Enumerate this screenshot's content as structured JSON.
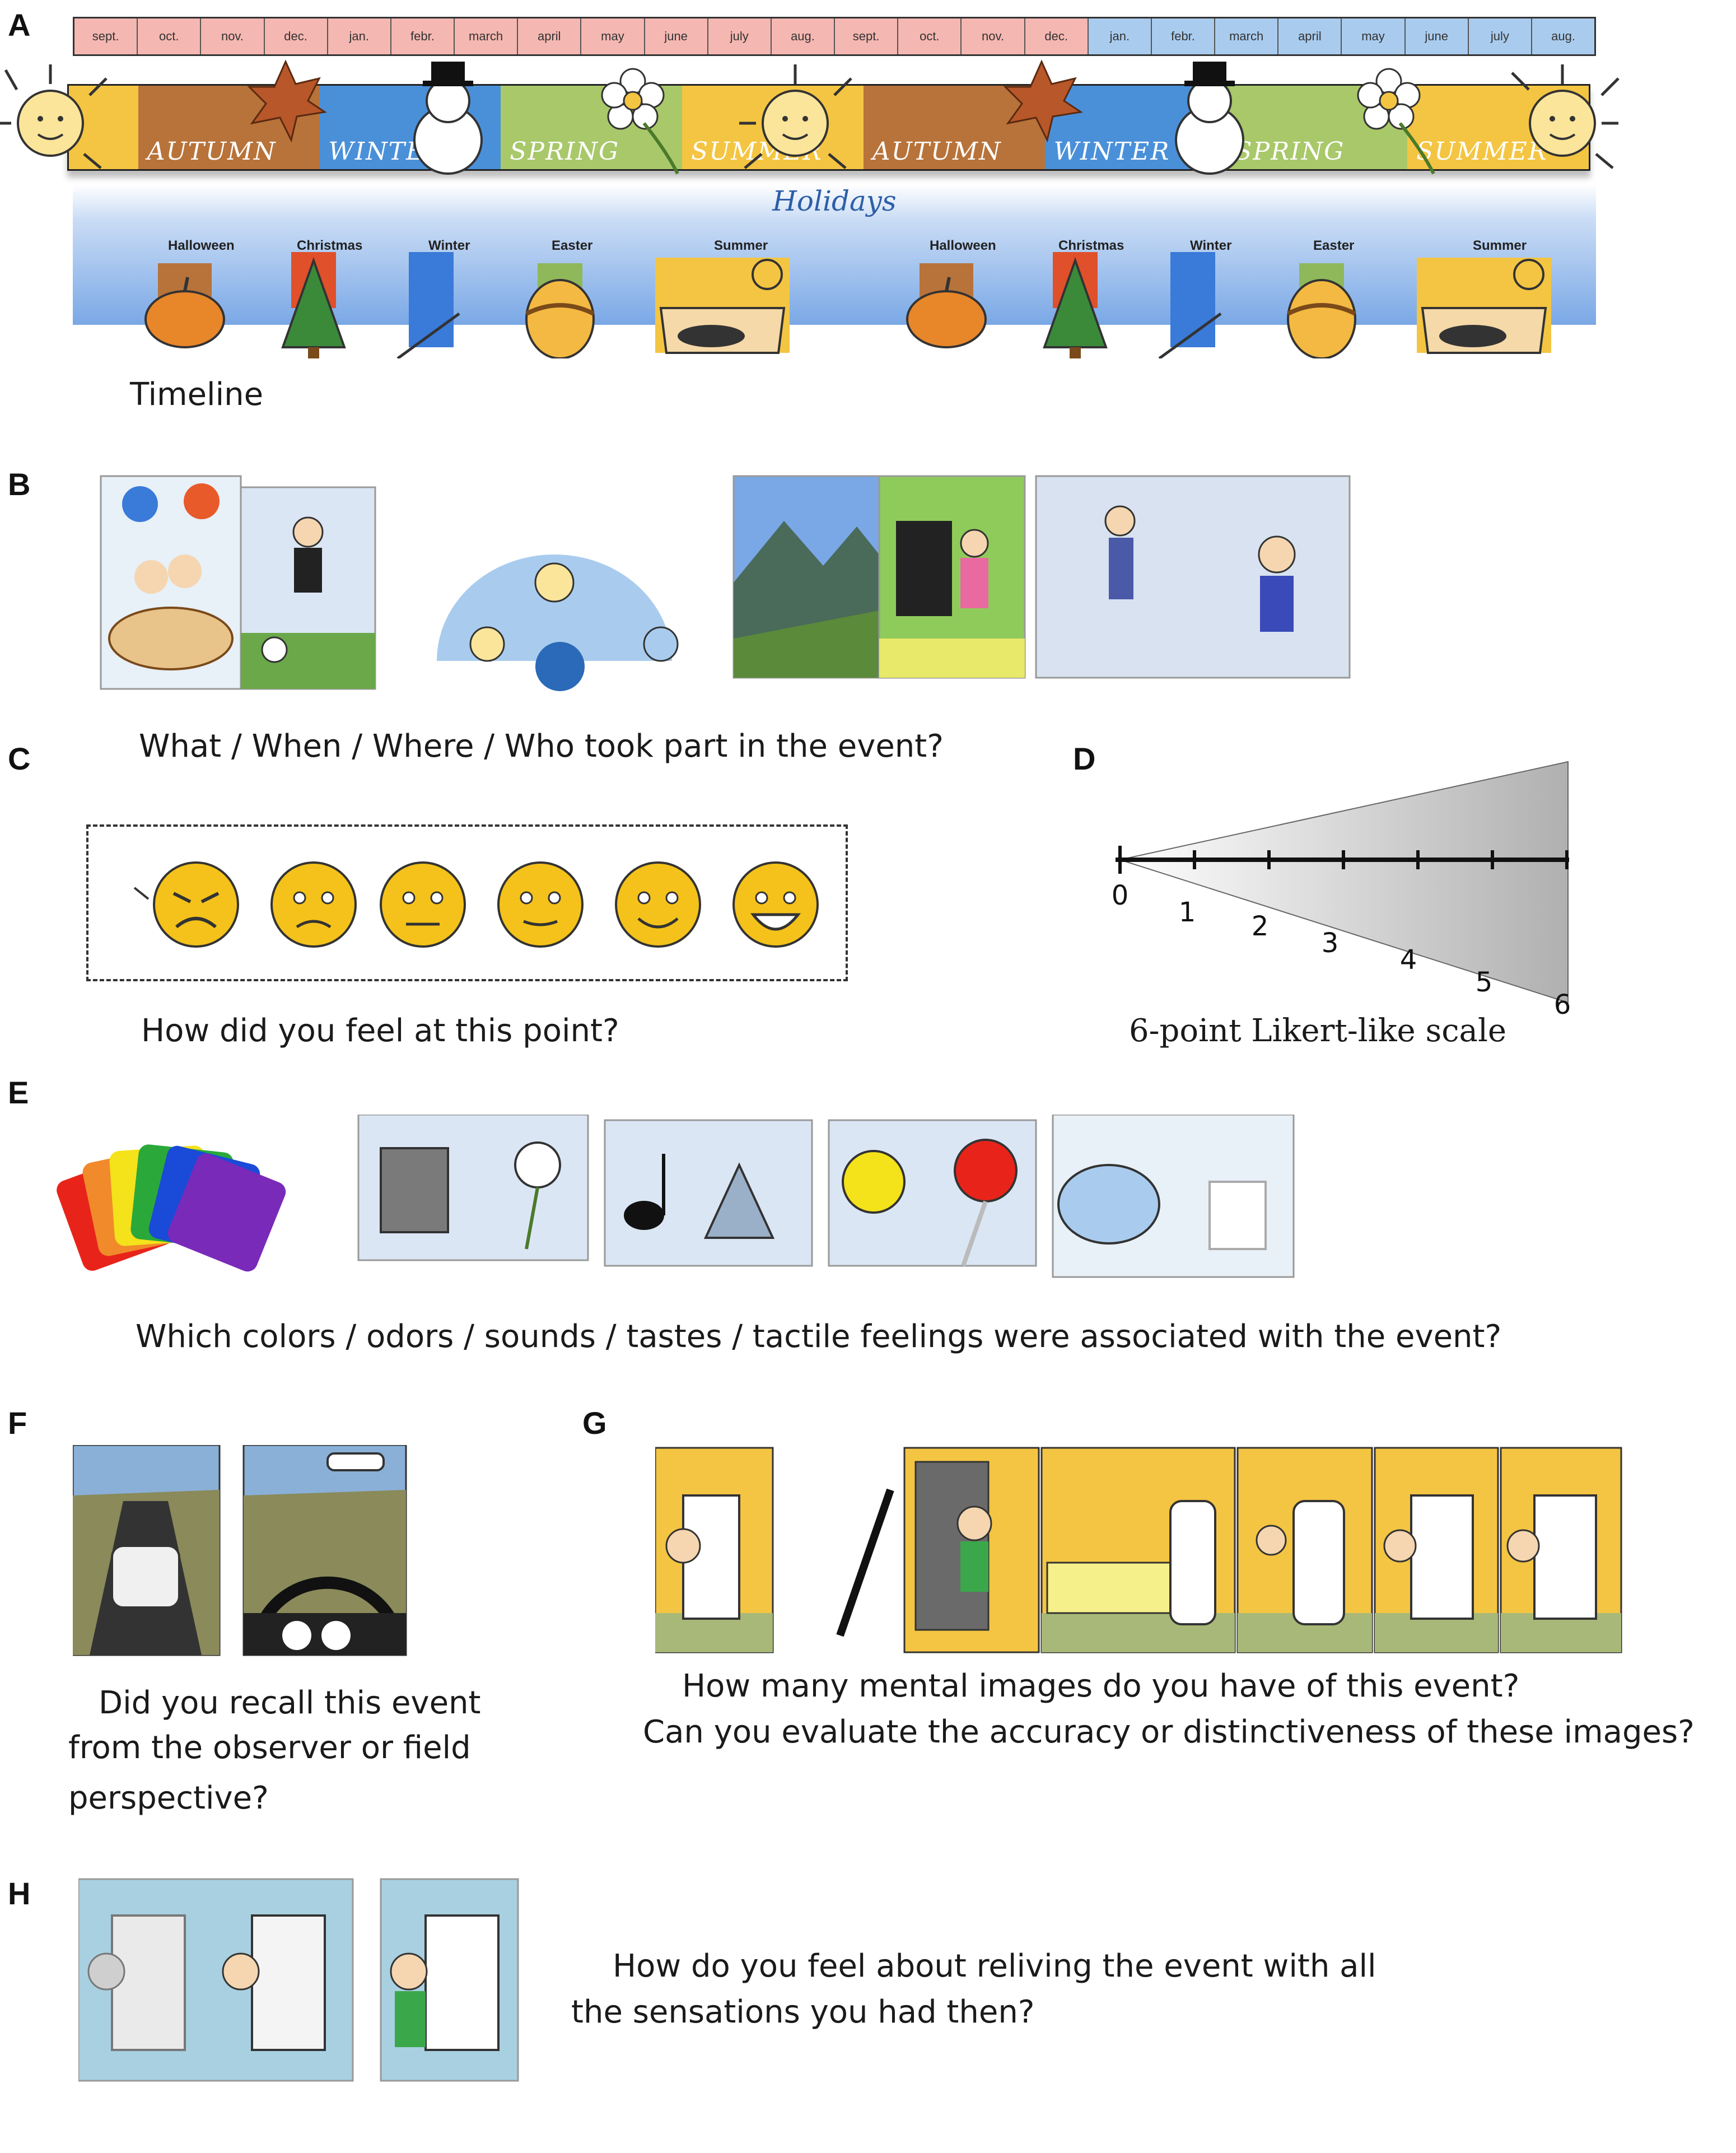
{
  "panels": {
    "A": "A",
    "B": "B",
    "C": "C",
    "D": "D",
    "E": "E",
    "F": "F",
    "G": "G",
    "H": "H"
  },
  "timeline": {
    "months": [
      {
        "label": "sept.",
        "color": "#f5b7b1"
      },
      {
        "label": "oct.",
        "color": "#f5b7b1"
      },
      {
        "label": "nov.",
        "color": "#f5b7b1"
      },
      {
        "label": "dec.",
        "color": "#f5b7b1"
      },
      {
        "label": "jan.",
        "color": "#f5b7b1"
      },
      {
        "label": "febr.",
        "color": "#f5b7b1"
      },
      {
        "label": "march",
        "color": "#f5b7b1"
      },
      {
        "label": "april",
        "color": "#f5b7b1"
      },
      {
        "label": "may",
        "color": "#f5b7b1"
      },
      {
        "label": "june",
        "color": "#f5b7b1"
      },
      {
        "label": "july",
        "color": "#f5b7b1"
      },
      {
        "label": "aug.",
        "color": "#f5b7b1"
      },
      {
        "label": "sept.",
        "color": "#f5b7b1"
      },
      {
        "label": "oct.",
        "color": "#f5b7b1"
      },
      {
        "label": "nov.",
        "color": "#f5b7b1"
      },
      {
        "label": "dec.",
        "color": "#f5b7b1"
      },
      {
        "label": "jan.",
        "color": "#a9ccee"
      },
      {
        "label": "febr.",
        "color": "#a9ccee"
      },
      {
        "label": "march",
        "color": "#a9ccee"
      },
      {
        "label": "april",
        "color": "#a9ccee"
      },
      {
        "label": "may",
        "color": "#a9ccee"
      },
      {
        "label": "june",
        "color": "#a9ccee"
      },
      {
        "label": "july",
        "color": "#a9ccee"
      },
      {
        "label": "aug.",
        "color": "#a9ccee"
      }
    ],
    "seasons": [
      {
        "label": "",
        "color": "#f4c542"
      },
      {
        "label": "AUTUMN",
        "color": "#b8733a"
      },
      {
        "label": "WINTER",
        "color": "#4a90d9"
      },
      {
        "label": "SPRING",
        "color": "#a8c86a"
      },
      {
        "label": "SUMMER",
        "color": "#f4c542"
      },
      {
        "label": "AUTUMN",
        "color": "#b8733a"
      },
      {
        "label": "WINTER",
        "color": "#4a90d9"
      },
      {
        "label": "SPRING",
        "color": "#a8c86a"
      },
      {
        "label": "SUMMER",
        "color": "#f4c542"
      }
    ],
    "holidays_title": "Holidays",
    "holidays": [
      "Halloween",
      "Christmas",
      "Winter",
      "Easter",
      "Summer",
      "Halloween",
      "Christmas",
      "Winter",
      "Easter",
      "Summer"
    ],
    "caption": "Timeline"
  },
  "b": {
    "caption": "What / When / Where / Who took part in the event?"
  },
  "c": {
    "caption": "How did you feel at this point?"
  },
  "d": {
    "ticks": [
      "0",
      "1",
      "2",
      "3",
      "4",
      "5",
      "6"
    ],
    "caption": "6-point  Likert-like  scale"
  },
  "e": {
    "caption": "Which colors / odors / sounds / tastes / tactile feelings were associated with the event?"
  },
  "f": {
    "caption_lines": [
      "Did you recall this event",
      "from the observer or field",
      "perspective?"
    ]
  },
  "g": {
    "caption_lines": [
      "How many mental images do you have of this event?",
      "Can you evaluate the accuracy or distinctiveness of these images?"
    ]
  },
  "h": {
    "caption_lines": [
      "How do you feel about reliving the event with all",
      "the sensations you had then?"
    ]
  }
}
